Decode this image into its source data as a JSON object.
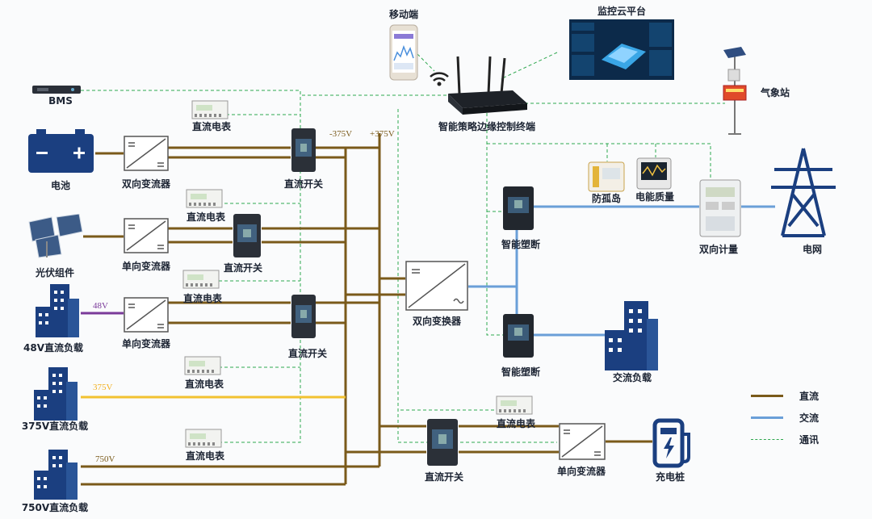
{
  "colors": {
    "dc": "#7a5a1a",
    "ac": "#6a9fd8",
    "comm": "#2fa84f",
    "v48": "#7a3a9a",
    "v375": "#f2c230"
  },
  "labels": {
    "mobile": "移动端",
    "cloud": "监控云平台",
    "bms": "BMS",
    "edge": "智能策略边缘控制终端",
    "weather": "气象站",
    "battery": "电池",
    "conv_bidir": "双向变流器",
    "meter_top": "直流电表",
    "switch_top": "直流开关",
    "pv": "光伏组件",
    "conv_pv": "单向变流器",
    "meter_pv": "直流电表",
    "switch_pv": "直流开关",
    "load48": "48V直流负载",
    "conv_48": "单向变流器",
    "meter_48": "直流电表",
    "switch_48": "直流开关",
    "load375": "375V直流负载",
    "meter_375": "直流电表",
    "load750": "750V直流负载",
    "meter_750": "直流电表",
    "inverter": "双向变换器",
    "breaker1": "智能塑断",
    "breaker2": "智能塑断",
    "anti_island": "防孤岛",
    "power_quality": "电能质量",
    "bidir_meter": "双向计量",
    "grid": "电网",
    "ac_load": "交流负载",
    "meter_ev": "直流电表",
    "switch_ev": "直流开关",
    "conv_ev": "单向变流器",
    "charger": "充电桩"
  },
  "voltages": {
    "neg375": "-375V",
    "pos375": "+375V",
    "v48": "48V",
    "v375": "375V",
    "v750": "750V"
  },
  "legend": [
    {
      "label": "直流",
      "color": "#7a5a1a",
      "style": "solid"
    },
    {
      "label": "交流",
      "color": "#6a9fd8",
      "style": "solid"
    },
    {
      "label": "通讯",
      "color": "#2fa84f",
      "style": "dashed"
    }
  ]
}
